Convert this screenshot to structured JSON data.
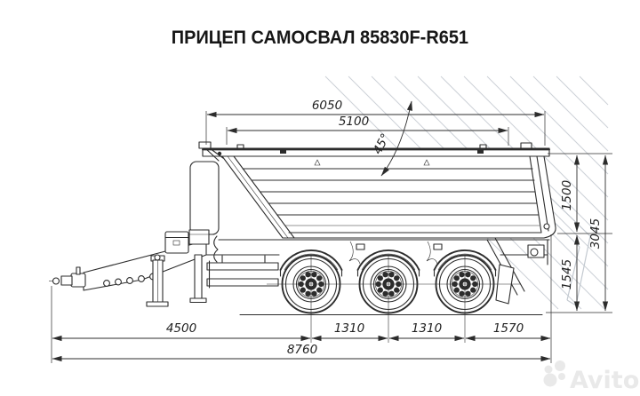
{
  "title": "ПРИЦЕП САМОСВАЛ 85830F-R651",
  "dims": {
    "overall_top": "6050",
    "inner_top": "5100",
    "tip_angle": "45°",
    "height_body": "1500",
    "height_total": "3045",
    "height_chassis": "1545",
    "hitch_to_axle1": "4500",
    "axle1_to_axle2": "1310",
    "axle2_to_axle3": "1310",
    "axle3_to_rear": "1570",
    "overall_length": "8760"
  },
  "watermark": {
    "text": "Avito"
  },
  "colors": {
    "line": "#2c2c2c",
    "ghost": "#ccd1d7",
    "watermark": "#e9e9e9",
    "background": "#ffffff"
  }
}
